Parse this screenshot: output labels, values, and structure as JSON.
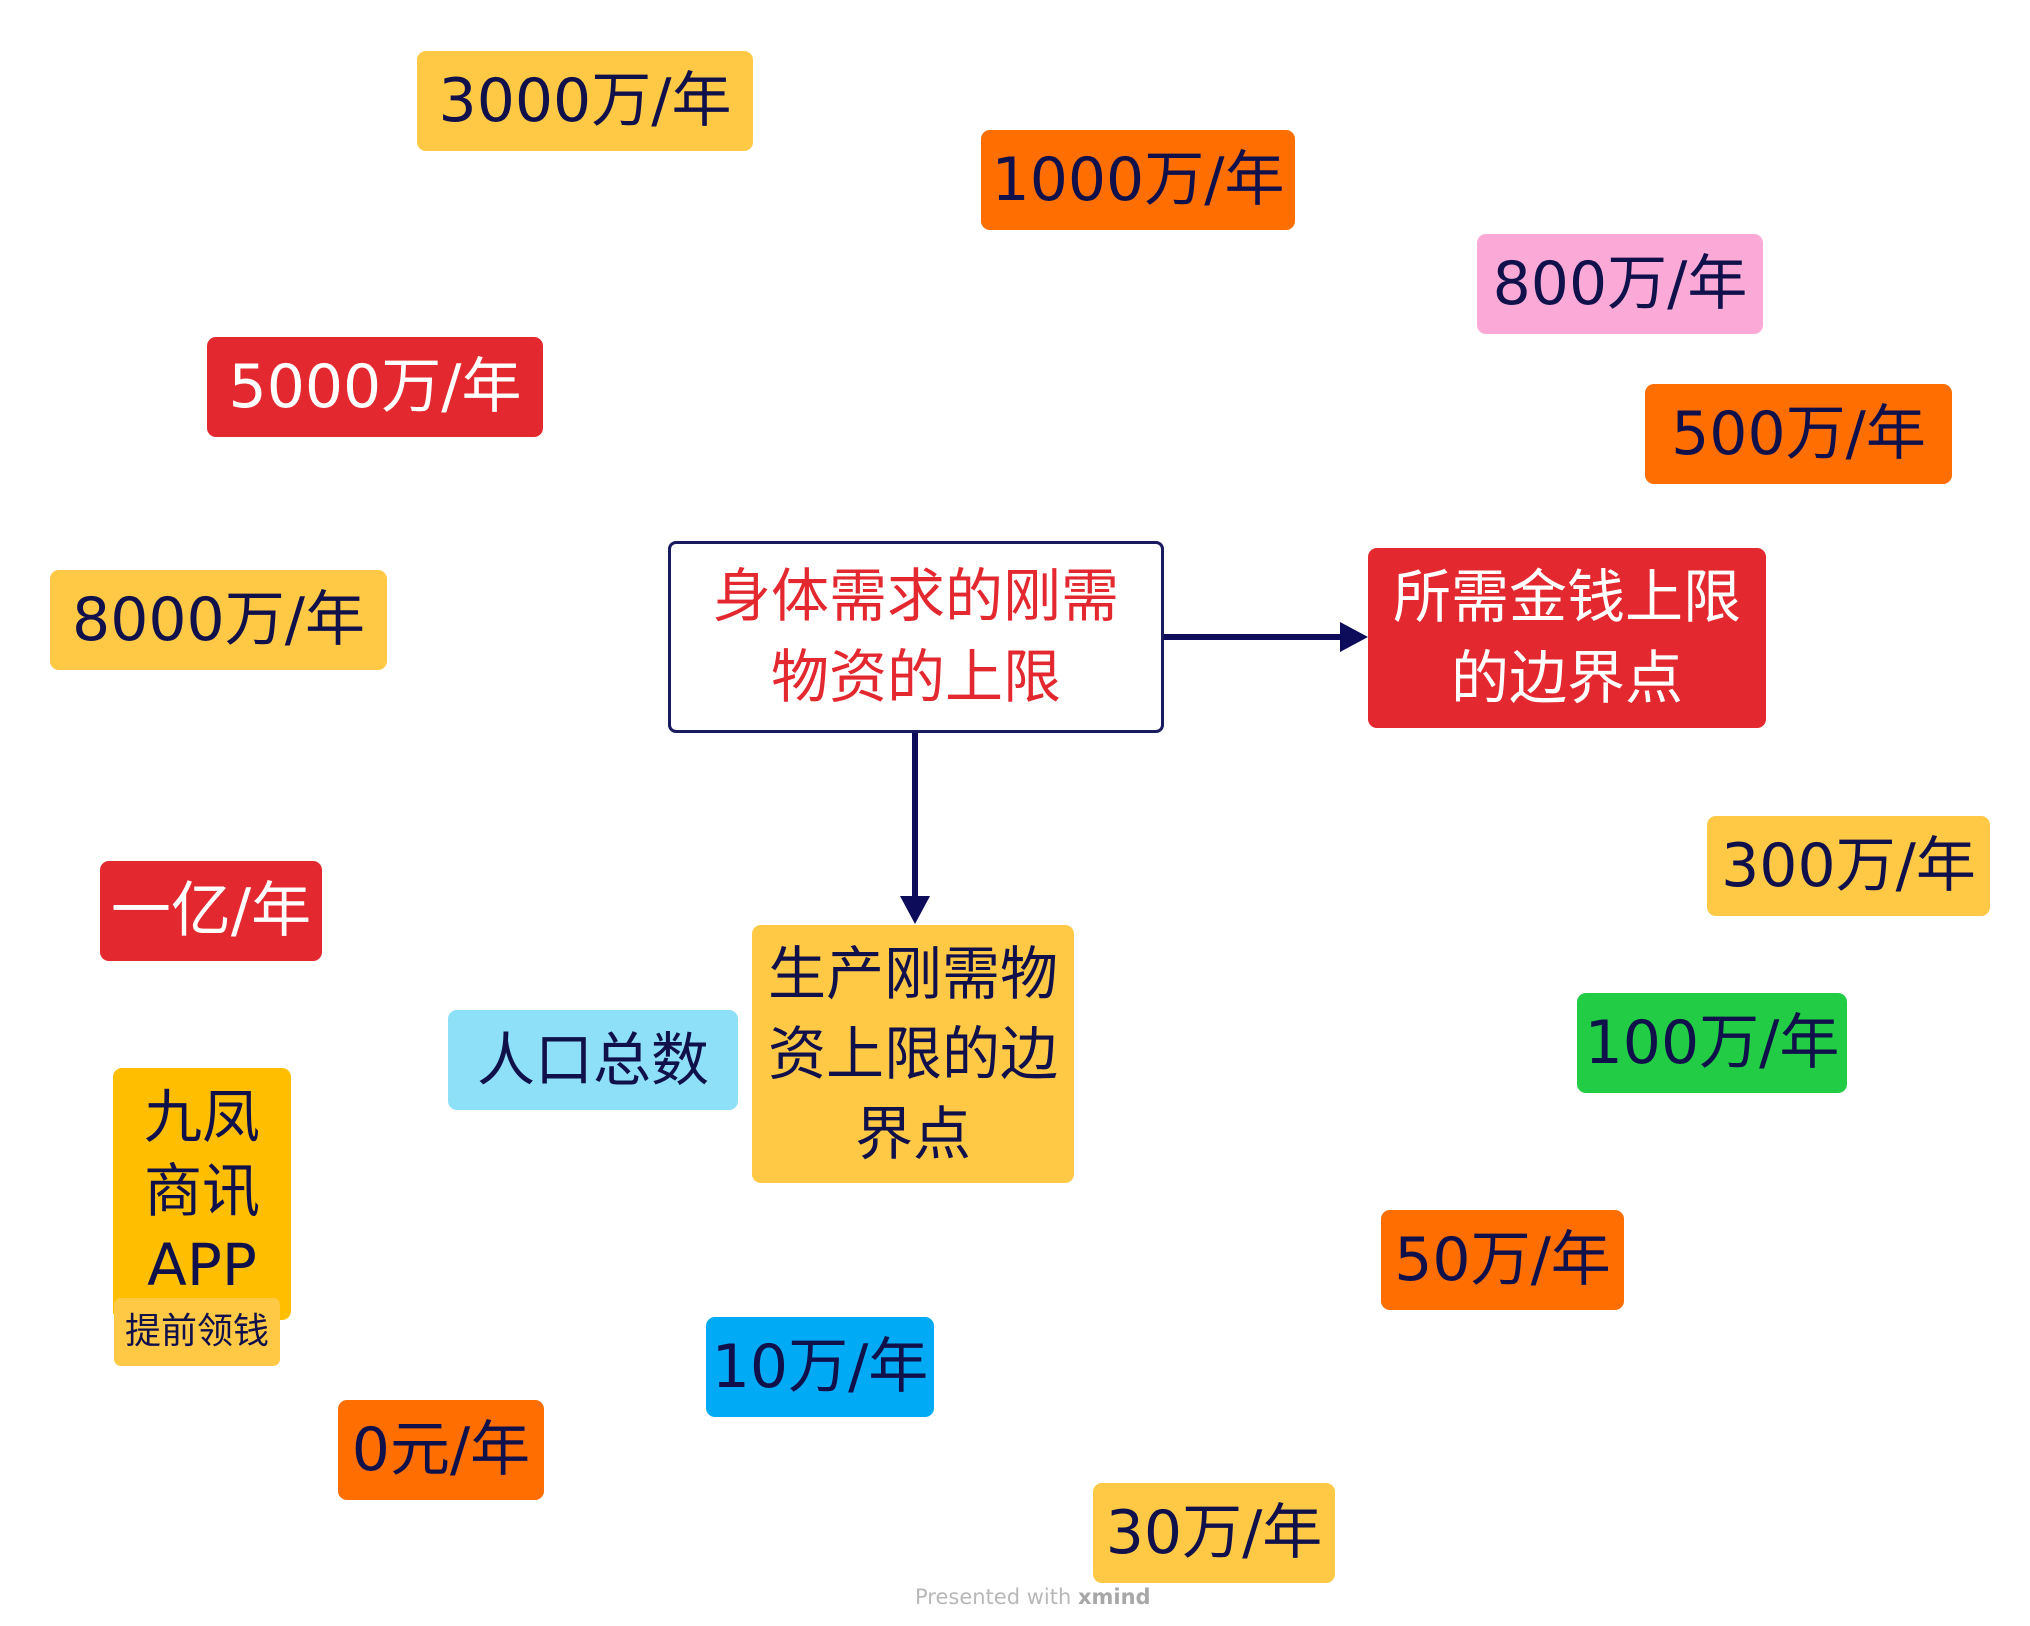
{
  "central": {
    "line1": "身体需求的刚需",
    "line2": "物资的上限"
  },
  "right_node": {
    "line1": "所需金钱上限",
    "line2": "的边界点"
  },
  "bottom_node": {
    "line1": "生产刚需物",
    "line2": "资上限的边",
    "line3": "界点"
  },
  "population": "人口总数",
  "app": {
    "line1": "九凤",
    "line2": "商讯",
    "line3": "APP",
    "sub": "提前领钱"
  },
  "tags": {
    "t3000w": "3000万/年",
    "t1000w": "1000万/年",
    "t800w": "800万/年",
    "t5000w": "5000万/年",
    "t500w": "500万/年",
    "t8000w": "8000万/年",
    "t300w": "300万/年",
    "t1yi": "一亿/年",
    "t100w": "100万/年",
    "t50w": "50万/年",
    "t10w": "10万/年",
    "t0": "0元/年",
    "t30w": "30万/年"
  },
  "watermark": {
    "prefix": "Presented with ",
    "brand": "xmind"
  },
  "colors": {
    "yellow": "#ffc845",
    "orange": "#ff6e00",
    "red": "#e3282f",
    "pink": "#fba9d7",
    "green": "#22cc44",
    "blue": "#00aaf5",
    "light_blue": "#8edff8",
    "connector": "#0c0c5a"
  }
}
